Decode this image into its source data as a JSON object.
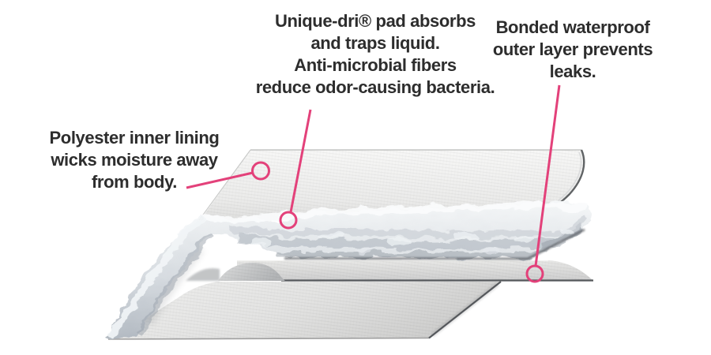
{
  "colors": {
    "accent": "#E3417A",
    "text": "#2D2D2D",
    "background": "#FFFFFF"
  },
  "labels": {
    "absorbent_pad": {
      "lines": [
        "Unique-dri® pad absorbs",
        "and traps liquid.",
        "Anti-microbial fibers",
        "reduce odor-causing bacteria."
      ]
    },
    "waterproof_layer": {
      "lines": [
        "Bonded waterproof",
        "outer layer prevents",
        "leaks."
      ]
    },
    "inner_lining": {
      "lines": [
        "Polyester inner lining",
        "wicks moisture away",
        "from body."
      ]
    }
  }
}
